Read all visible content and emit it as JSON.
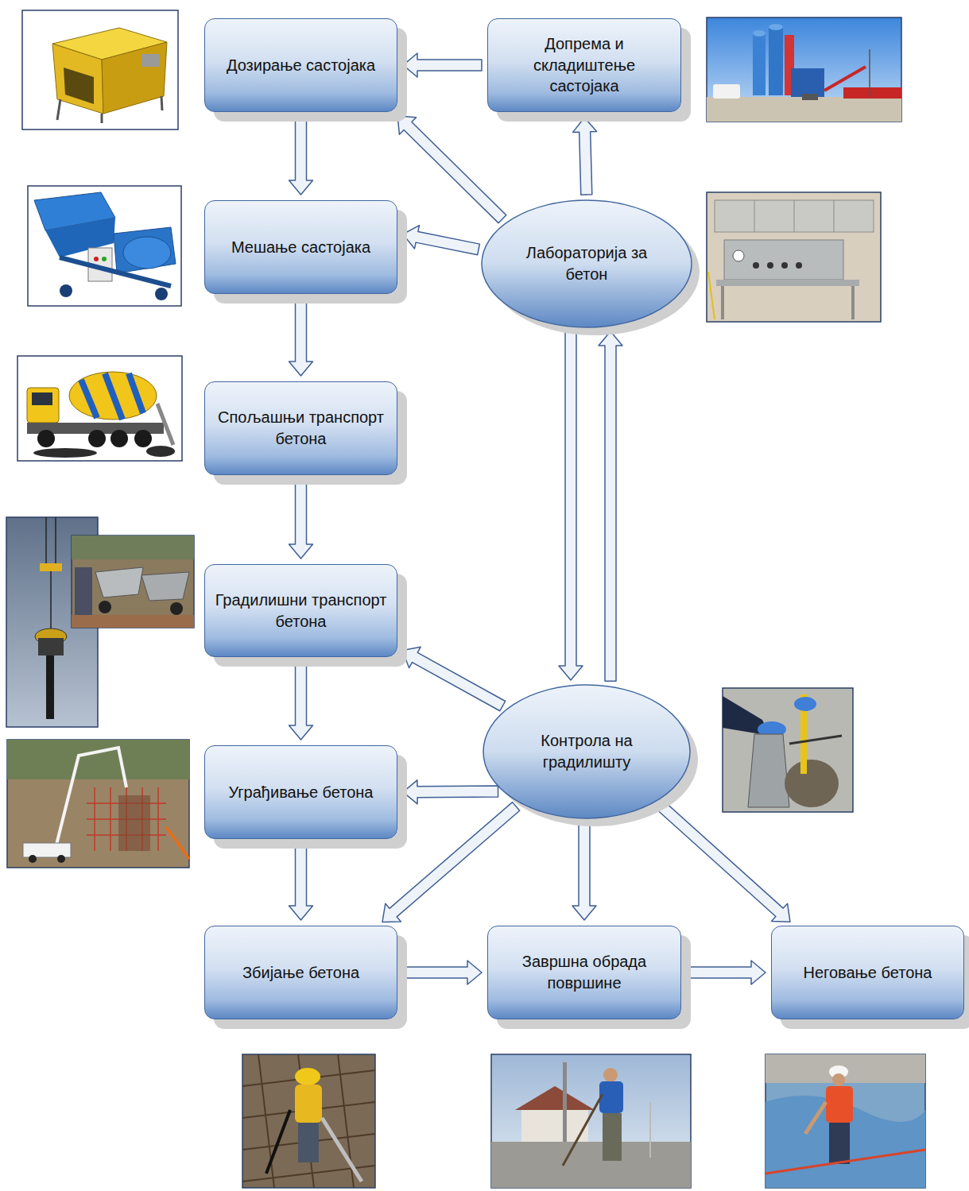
{
  "diagram": {
    "nodes": [
      {
        "text": [
          "Дозирање састојака"
        ]
      },
      {
        "text": [
          "Допрема и складиштење састојака"
        ]
      },
      {
        "text": [
          "Мешање састојака"
        ]
      },
      {
        "text": [
          "Лабораторија за бетон"
        ]
      },
      {
        "text": [
          "Спољашњи транспорт бетона"
        ]
      },
      {
        "text": [
          "Градилишни транспорт бетона"
        ]
      },
      {
        "text": [
          "Контрола на градилишту"
        ]
      },
      {
        "text": [
          "Уграђивање бетона"
        ]
      },
      {
        "text": [
          "Збијање бетона"
        ]
      },
      {
        "text": [
          "Завршна обрада површине"
        ]
      },
      {
        "text": [
          "Неговање бетона"
        ]
      }
    ],
    "edges": [
      {
        "from": 1,
        "to": 0,
        "arrow": "to"
      },
      {
        "from": 0,
        "to": 2,
        "arrow": "to"
      },
      {
        "from": 2,
        "to": 4,
        "arrow": "to"
      },
      {
        "from": 4,
        "to": 5,
        "arrow": "to"
      },
      {
        "from": 5,
        "to": 7,
        "arrow": "to"
      },
      {
        "from": 7,
        "to": 8,
        "arrow": "to"
      },
      {
        "from": 8,
        "to": 9,
        "arrow": "to"
      },
      {
        "from": 9,
        "to": 10,
        "arrow": "to"
      },
      {
        "from": 3,
        "to": 0,
        "arrow": "to"
      },
      {
        "from": 3,
        "to": 1,
        "arrow": "to"
      },
      {
        "from": 3,
        "to": 2,
        "arrow": "to"
      },
      {
        "from": 3,
        "to": 6,
        "arrow": "to"
      },
      {
        "from": 6,
        "to": 3,
        "arrow": "to"
      },
      {
        "from": 6,
        "to": 5,
        "arrow": "to"
      },
      {
        "from": 6,
        "to": 7,
        "arrow": "to"
      },
      {
        "from": 6,
        "to": 8,
        "arrow": "to"
      },
      {
        "from": 6,
        "to": 9,
        "arrow": "to"
      },
      {
        "from": 6,
        "to": 10,
        "arrow": "to"
      }
    ]
  }
}
